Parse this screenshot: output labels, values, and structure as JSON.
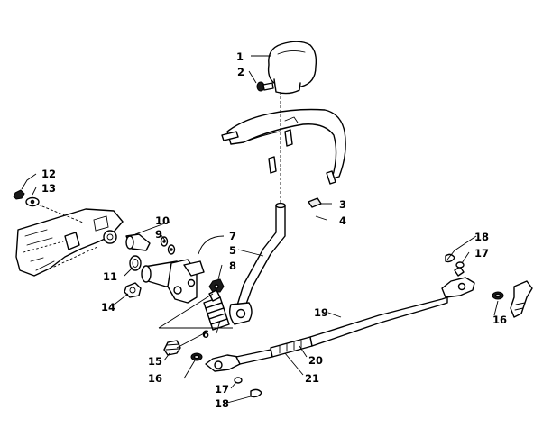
{
  "diagram": {
    "callouts": [
      {
        "id": "c1",
        "label": "1"
      },
      {
        "id": "c2",
        "label": "2"
      },
      {
        "id": "c3",
        "label": "3"
      },
      {
        "id": "c4",
        "label": "4"
      },
      {
        "id": "c5",
        "label": "5"
      },
      {
        "id": "c6",
        "label": "6"
      },
      {
        "id": "c7",
        "label": "7"
      },
      {
        "id": "c8",
        "label": "8"
      },
      {
        "id": "c9",
        "label": "9"
      },
      {
        "id": "c10",
        "label": "10"
      },
      {
        "id": "c11",
        "label": "11"
      },
      {
        "id": "c12",
        "label": "12"
      },
      {
        "id": "c13",
        "label": "13"
      },
      {
        "id": "c14",
        "label": "14"
      },
      {
        "id": "c15",
        "label": "15"
      },
      {
        "id": "c16a",
        "label": "16"
      },
      {
        "id": "c16b",
        "label": "16"
      },
      {
        "id": "c17a",
        "label": "17"
      },
      {
        "id": "c17b",
        "label": "17"
      },
      {
        "id": "c18a",
        "label": "18"
      },
      {
        "id": "c18b",
        "label": "18"
      },
      {
        "id": "c19",
        "label": "19"
      },
      {
        "id": "c20",
        "label": "20"
      },
      {
        "id": "c21",
        "label": "21"
      }
    ]
  }
}
